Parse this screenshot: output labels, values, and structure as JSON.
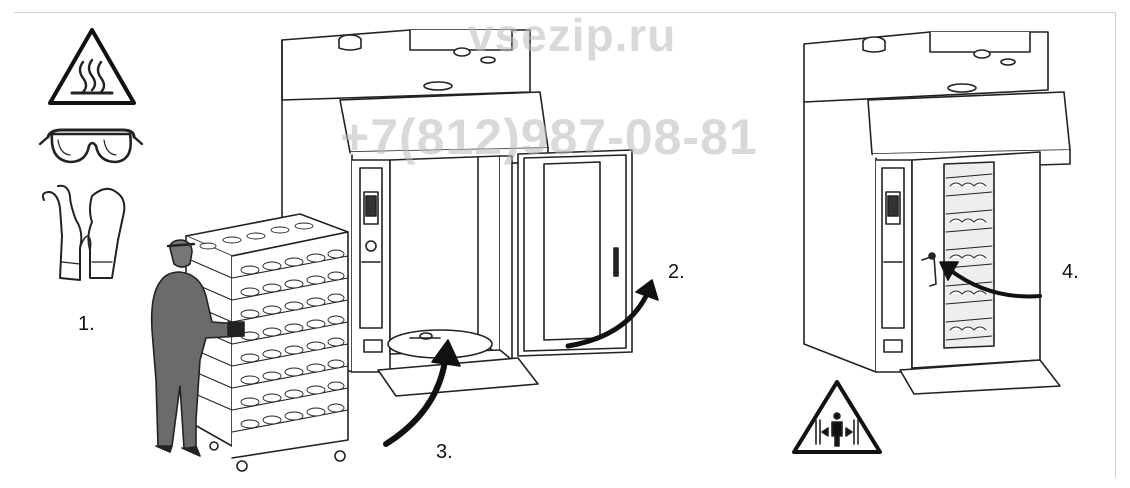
{
  "steps": [
    "1.",
    "2.",
    "3.",
    "4."
  ],
  "watermark": {
    "site": "vsezip.ru",
    "phone": "+7(812)987-08-81"
  },
  "icons": {
    "heat_warning": "hot-surface-warning-icon",
    "goggles": "safety-goggles-icon",
    "gloves": "protective-gloves-icon",
    "crush_warning": "crush-hazard-warning-icon"
  },
  "colors": {
    "line": "#222222",
    "arrow": "#111111",
    "watermark": "#b9b9b9",
    "warning_fill": "#ffffff"
  }
}
